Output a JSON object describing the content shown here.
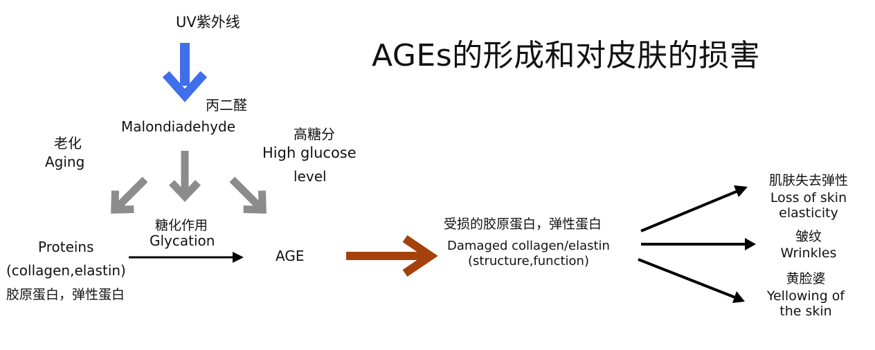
{
  "title": "AGEs的形成和对皮肤的损害",
  "colors": {
    "uv_arrow": "#3f6fea",
    "gray_arrow": "#8c8c8c",
    "brown_arrow": "#a5420c",
    "black": "#000000"
  },
  "nodes": {
    "uv": "UV紫外线",
    "malondialdehyde_cn": "丙二醛",
    "malondialdehyde_en": "Malondiadehyde",
    "aging_cn": "老化",
    "aging_en": "Aging",
    "glucose_cn": "高糖分",
    "glucose_en": "High glucose",
    "glucose_en2": "level",
    "glycation_cn": "糖化作用",
    "glycation_en": "Glycation",
    "proteins_en": "Proteins",
    "proteins_en2": "(collagen,elastin)",
    "proteins_cn": "胶原蛋白，弹性蛋白",
    "age": "AGE",
    "damaged_cn": "受损的胶原蛋白，弹性蛋白",
    "damaged_en": "Damaged collagen/elastin",
    "damaged_en2": "(structure,function)"
  },
  "outcomes": [
    {
      "cn": "肌肤失去弹性",
      "en": [
        "Loss of skin",
        "elasticity"
      ]
    },
    {
      "cn": "皱纹",
      "en": [
        "Wrinkles"
      ]
    },
    {
      "cn": "黄脸婆",
      "en": [
        "Yellowing of",
        "the skin"
      ]
    }
  ]
}
